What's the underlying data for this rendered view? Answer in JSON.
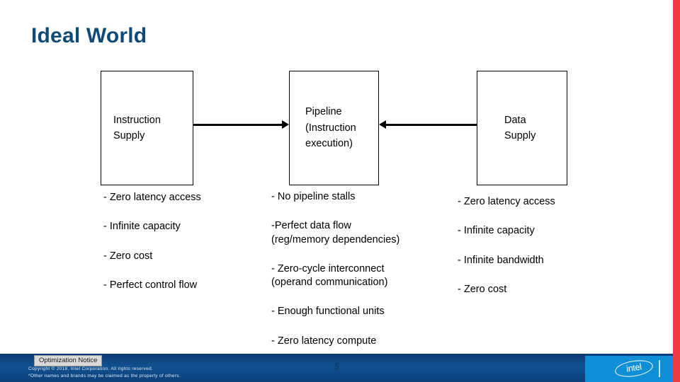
{
  "slide": {
    "title": "Ideal World",
    "page_number": "5"
  },
  "colors": {
    "title_blue": "#104a77",
    "accent_red": "#ee3a43",
    "footer_blue": "#0b3a73",
    "intel_blue": "#0f8fd6"
  },
  "diagram": {
    "boxes": [
      {
        "id": "instruction-supply",
        "label": "Instruction\nSupply"
      },
      {
        "id": "pipeline",
        "label": "Pipeline\n(Instruction\nexecution)"
      },
      {
        "id": "data-supply",
        "label": "Data\nSupply"
      }
    ],
    "arrows": [
      {
        "id": "instruction-to-pipeline",
        "direction": "right"
      },
      {
        "id": "data-to-pipeline",
        "direction": "left"
      }
    ]
  },
  "columns": {
    "instruction_supply": [
      "- Zero latency access",
      "- Infinite capacity",
      "- Zero cost",
      "- Perfect control flow"
    ],
    "pipeline": [
      "- No pipeline stalls",
      "-Perfect data flow\n   (reg/memory dependencies)",
      "- Zero-cycle interconnect\n   (operand communication)",
      "- Enough functional units",
      "- Zero latency compute"
    ],
    "data_supply": [
      "- Zero latency access",
      "- Infinite capacity",
      "- Infinite bandwidth",
      "- Zero cost"
    ]
  },
  "footer": {
    "notice_label": "Optimization Notice",
    "copyright": "Copyright © 2018, Intel Corporation. All rights reserved.\n*Other names and brands may be claimed as the property of others.",
    "logo_text": "intel"
  }
}
